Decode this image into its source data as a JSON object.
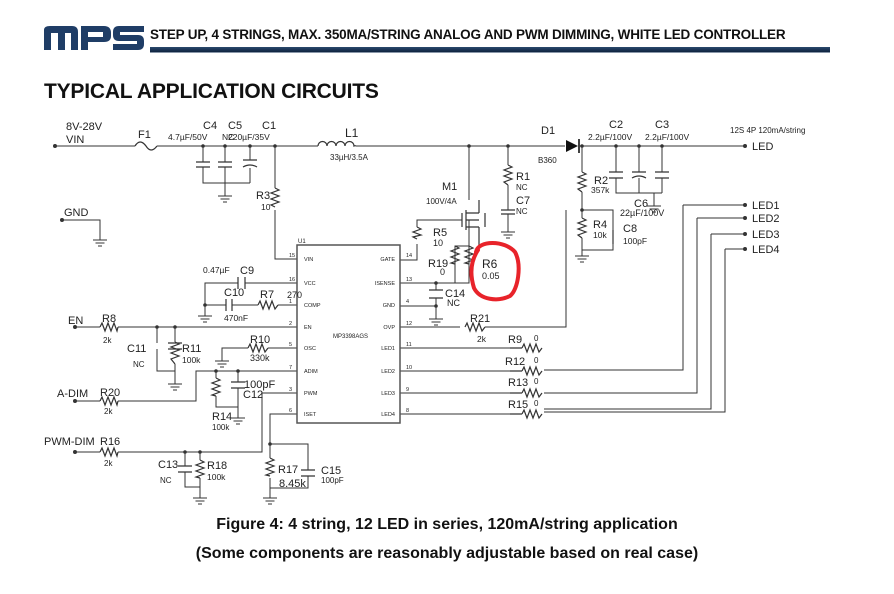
{
  "header": {
    "logo": "MPS",
    "title": "STEP UP, 4 STRINGS, MAX. 350MA/STRING ANALOG AND PWM DIMMING, WHITE LED CONTROLLER"
  },
  "section_title": "TYPICAL APPLICATION CIRCUITS",
  "schematic": {
    "ports": {
      "vin_range": "8V-28V",
      "vin": "VIN",
      "gnd": "GND",
      "en": "EN",
      "adim": "A-DIM",
      "pwm_dim": "PWM-DIM",
      "led": "LED",
      "led1": "LED1",
      "led2": "LED2",
      "led3": "LED3",
      "led4": "LED4",
      "load_note": "12S 4P 120mA/string"
    },
    "ic": {
      "ref": "U1",
      "part": "MP3398AGS",
      "left_pins": [
        {
          "num": "15",
          "name": "VIN"
        },
        {
          "num": "16",
          "name": "VCC"
        },
        {
          "num": "1",
          "name": "COMP"
        },
        {
          "num": "2",
          "name": "EN"
        },
        {
          "num": "5",
          "name": "OSC"
        },
        {
          "num": "7",
          "name": "ADIM"
        },
        {
          "num": "3",
          "name": "PWM"
        },
        {
          "num": "6",
          "name": "ISET"
        }
      ],
      "right_pins": [
        {
          "num": "14",
          "name": "GATE"
        },
        {
          "num": "13",
          "name": "ISENSE"
        },
        {
          "num": "4",
          "name": "GND"
        },
        {
          "num": "12",
          "name": "OVP"
        },
        {
          "num": "11",
          "name": "LED1"
        },
        {
          "num": "10",
          "name": "LED2"
        },
        {
          "num": "9",
          "name": "LED3"
        },
        {
          "num": "8",
          "name": "LED4"
        }
      ]
    },
    "components": {
      "F1": {
        "ref": "F1",
        "value": ""
      },
      "C4": {
        "ref": "C4",
        "value": "4.7µF/50V"
      },
      "C5": {
        "ref": "C5",
        "value": "NC"
      },
      "C1": {
        "ref": "C1",
        "value": "220µF/35V"
      },
      "L1": {
        "ref": "L1",
        "value": "33µH/3.5A"
      },
      "D1": {
        "ref": "D1",
        "value": "B360"
      },
      "C2": {
        "ref": "C2",
        "value": "2.2µF/100V"
      },
      "C3": {
        "ref": "C3",
        "value": "2.2µF/100V"
      },
      "C6": {
        "ref": "C6",
        "value": "22µF/100V"
      },
      "R1": {
        "ref": "R1",
        "value": "NC"
      },
      "C7": {
        "ref": "C7",
        "value": "NC"
      },
      "M1": {
        "ref": "M1",
        "value": "100V/4A"
      },
      "R2": {
        "ref": "R2",
        "value": "357k"
      },
      "R4": {
        "ref": "R4",
        "value": "10k"
      },
      "C8": {
        "ref": "C8",
        "value": "100pF"
      },
      "R3": {
        "ref": "R3",
        "value": "10"
      },
      "R5": {
        "ref": "R5",
        "value": "10"
      },
      "R19": {
        "ref": "R19",
        "value": "0"
      },
      "R6": {
        "ref": "R6",
        "value": "0.05"
      },
      "C14": {
        "ref": "C14",
        "value": "NC"
      },
      "R21": {
        "ref": "R21",
        "value": "2k"
      },
      "R9": {
        "ref": "R9",
        "value": "0"
      },
      "R12": {
        "ref": "R12",
        "value": "0"
      },
      "R13": {
        "ref": "R13",
        "value": "0"
      },
      "R15": {
        "ref": "R15",
        "value": "0"
      },
      "C9": {
        "ref": "C9",
        "value": "0.47µF"
      },
      "C10": {
        "ref": "C10",
        "value": "470nF"
      },
      "R7": {
        "ref": "R7",
        "value": "270"
      },
      "R8": {
        "ref": "R8",
        "value": "2k"
      },
      "C11": {
        "ref": "C11",
        "value": "NC"
      },
      "R11": {
        "ref": "R11",
        "value": "100k"
      },
      "R10": {
        "ref": "R10",
        "value": "330k"
      },
      "R20": {
        "ref": "R20",
        "value": "2k"
      },
      "R14": {
        "ref": "R14",
        "value": "100k"
      },
      "C12": {
        "ref": "C12",
        "value": "100pF"
      },
      "R16": {
        "ref": "R16",
        "value": "2k"
      },
      "C13": {
        "ref": "C13",
        "value": "NC"
      },
      "R18": {
        "ref": "R18",
        "value": "100k"
      },
      "R17": {
        "ref": "R17",
        "value": "8.45k"
      },
      "C15": {
        "ref": "C15",
        "value": "100pF"
      }
    },
    "highlight": {
      "target": "R6",
      "color": "#e8232a"
    }
  },
  "caption": {
    "line1": "Figure 4: 4 string, 12 LED in series, 120mA/string application",
    "line2": "(Some components are reasonably adjustable based on real case)"
  },
  "colors": {
    "wire": "#333333",
    "logo": "#1f3d66",
    "highlight": "#e8232a"
  }
}
